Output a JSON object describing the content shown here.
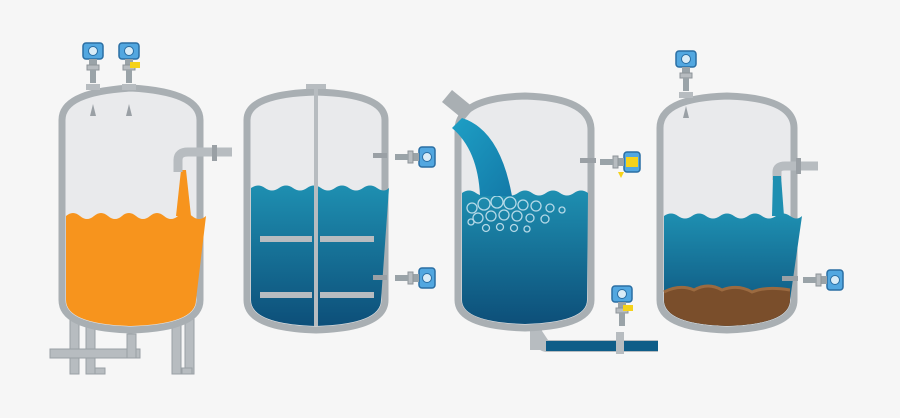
{
  "colors": {
    "background": "#f6f6f6",
    "shell": "#a9afb3",
    "shell_inner": "#e9eaec",
    "pipe": "#b7bcc0",
    "orange": "#f7941d",
    "orange_dark": "#e07f12",
    "water_top": "#1e8fb1",
    "water_bottom": "#0d4f79",
    "sludge": "#7a4e2b",
    "sludge_light": "#9b6a40",
    "sensor_blue": "#52a7e0",
    "sensor_dark": "#2a6ea3",
    "accent_yellow": "#f5d21a"
  },
  "tanks": [
    {
      "id": "tank-1",
      "content": "orange-liquid",
      "level": 0.6
    },
    {
      "id": "tank-2",
      "content": "agitated-water",
      "level": 0.68
    },
    {
      "id": "tank-3",
      "content": "water-with-inflow",
      "level": 0.62
    },
    {
      "id": "tank-4",
      "content": "water-over-sludge",
      "level": 0.52
    }
  ],
  "icons": {
    "sensor": "level-transmitter-icon",
    "switch": "level-switch-icon"
  }
}
